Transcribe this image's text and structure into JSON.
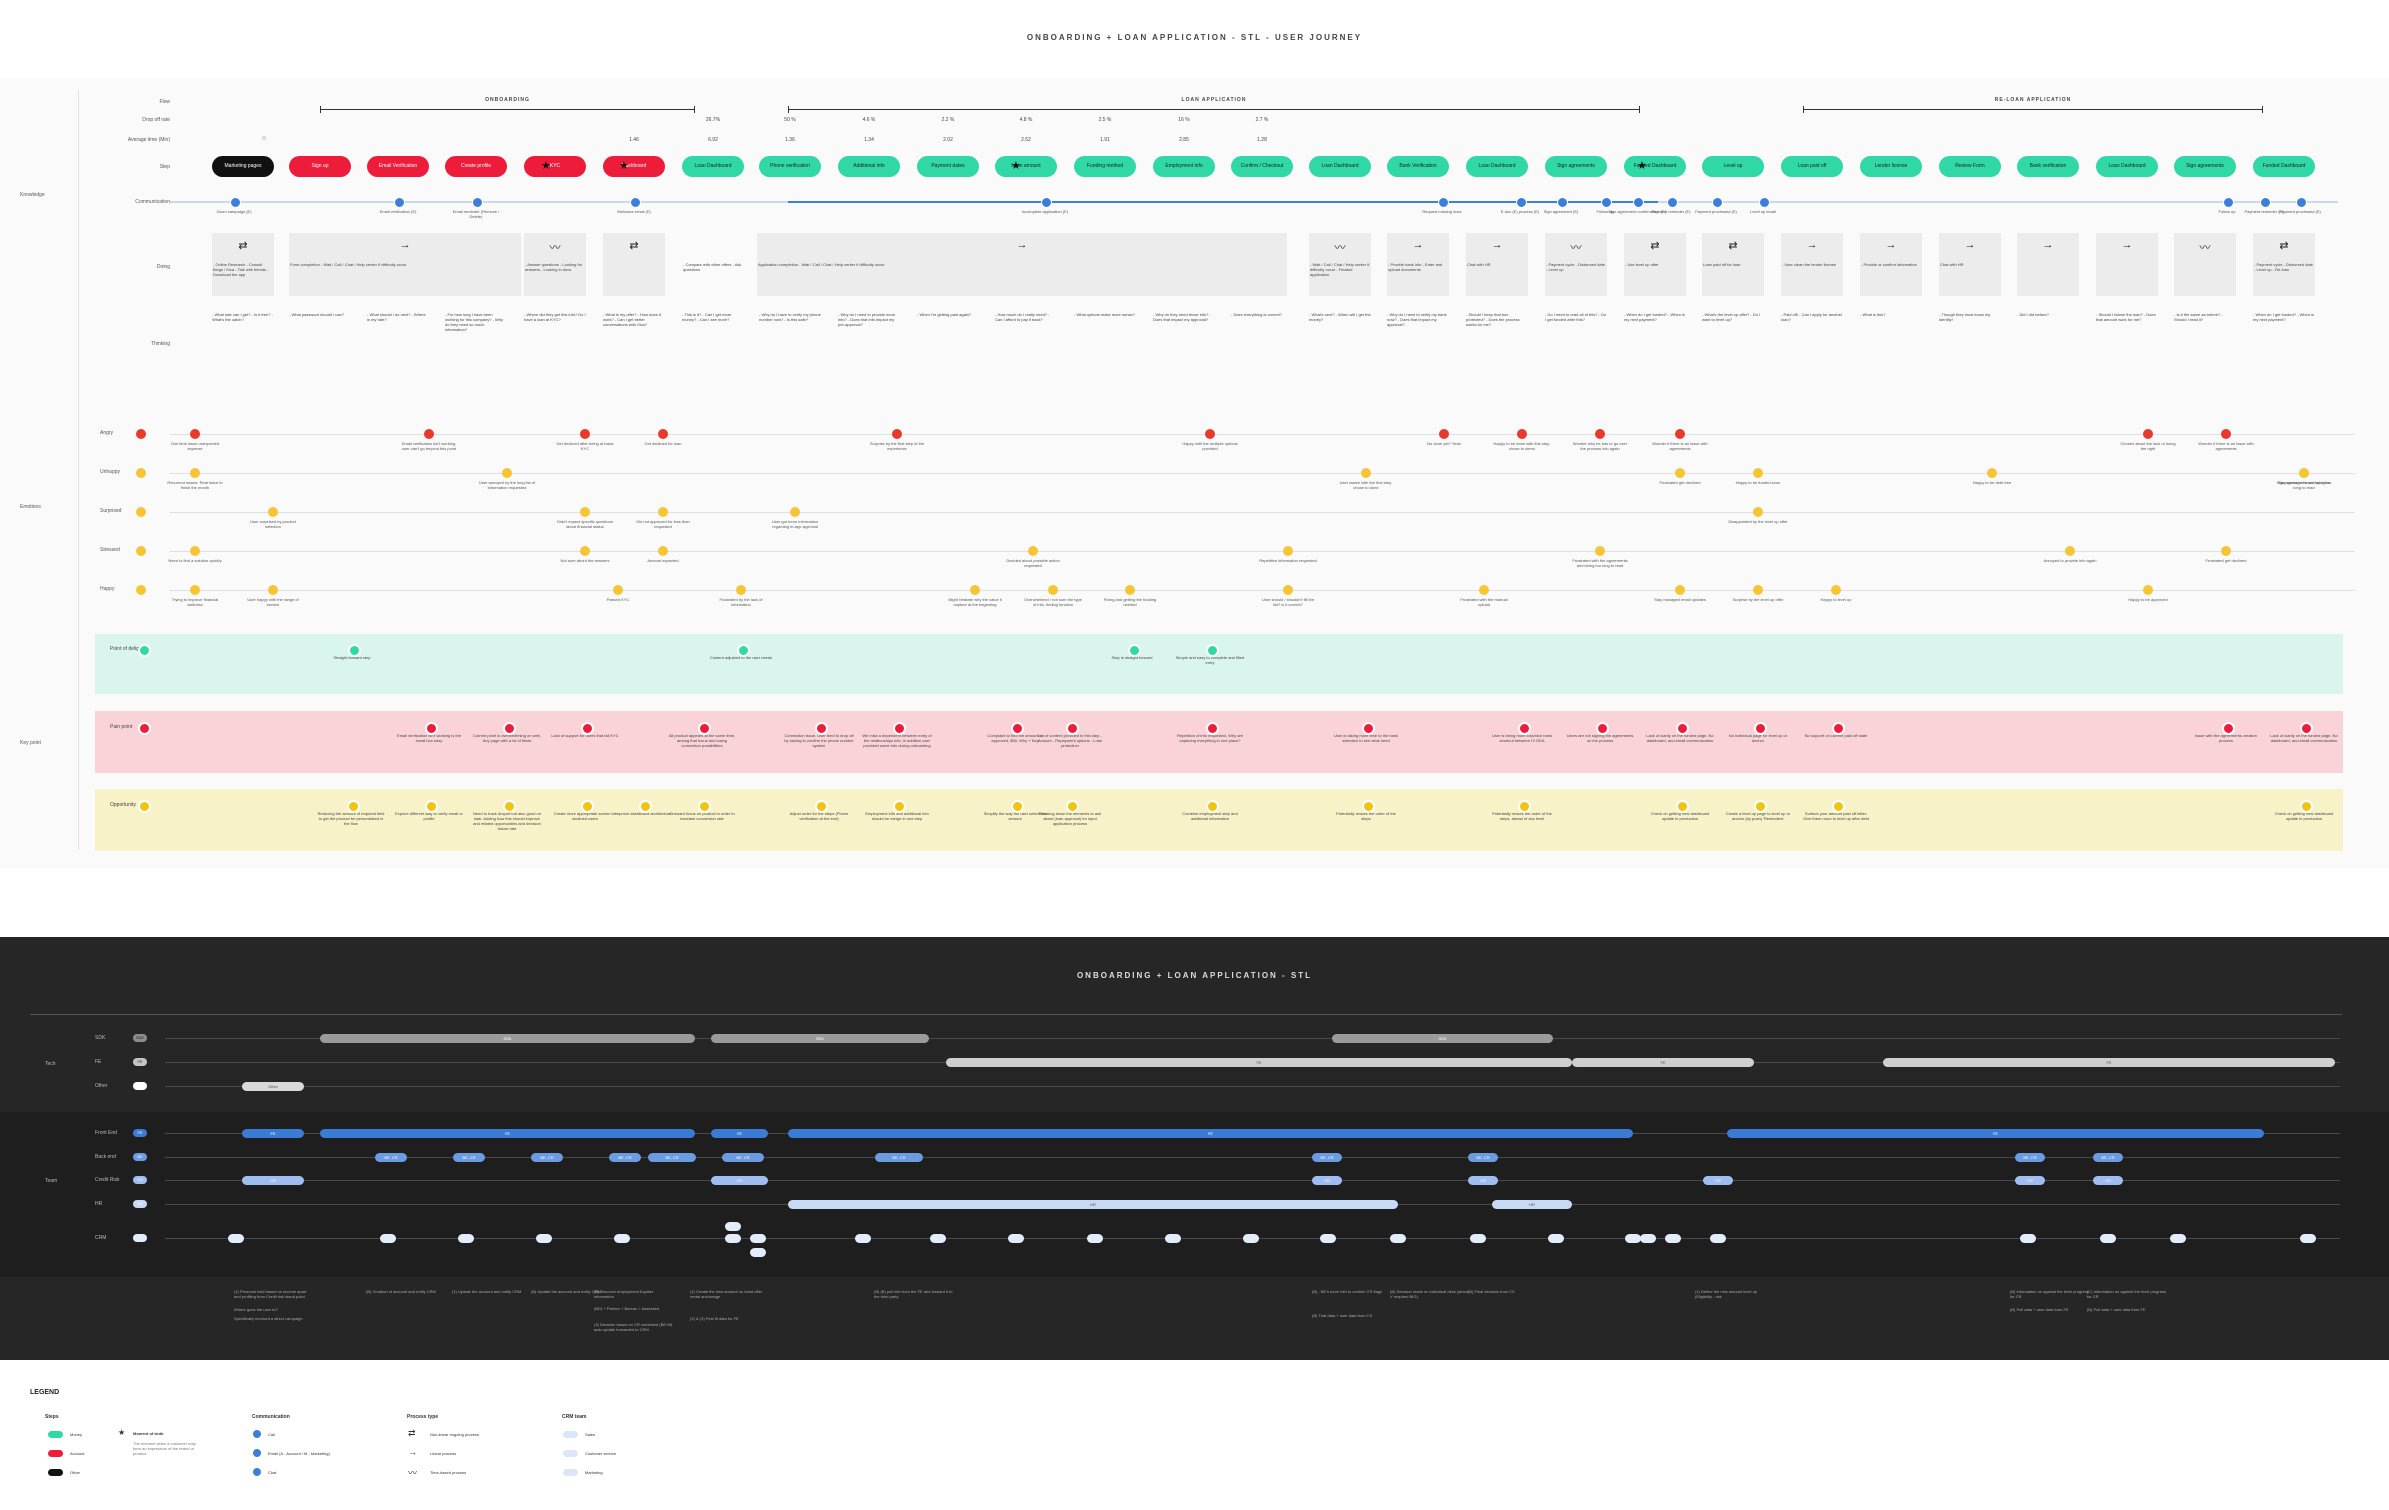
{
  "title": "ONBOARDING + LOAN APPLICATION - STL - USER JOURNEY",
  "labels": {
    "knowledge": "Knowledge",
    "emotions": "Emotions",
    "key_point": "Key point",
    "flow": "Flow",
    "dropoff": "Drop off rate",
    "avg_time": "Average time (Min)",
    "step": "Step",
    "communication": "Communication",
    "doing": "Doing",
    "thinking": "Thinking"
  },
  "phases": [
    "ONBOARDING",
    "LOAN APPLICATION",
    "RE-LOAN APPLICATION"
  ],
  "dropoff": [
    "26.7%",
    "50 %",
    "4.6 %",
    "2.2 %",
    "4.8 %",
    "2.5 %",
    "16 %",
    "2.7 %"
  ],
  "avg_time": [
    "1.46",
    "6.92",
    "1.36",
    "1.34",
    "2.02",
    "2.52",
    "1.91",
    "2.85",
    "1.28"
  ],
  "steps": [
    {
      "label": "Marketing pages",
      "color": "black"
    },
    {
      "label": "Sign up",
      "color": "red"
    },
    {
      "label": "Email Verification",
      "color": "red"
    },
    {
      "label": "Create profile",
      "color": "red"
    },
    {
      "label": "KYC",
      "color": "red"
    },
    {
      "label": "Dashboard",
      "color": "red"
    },
    {
      "label": "Loan Dashboard",
      "color": "green"
    },
    {
      "label": "Phone verification",
      "color": "green"
    },
    {
      "label": "Additional info",
      "color": "green"
    },
    {
      "label": "Payment dates",
      "color": "green"
    },
    {
      "label": "Loan amount",
      "color": "green"
    },
    {
      "label": "Funding method",
      "color": "green"
    },
    {
      "label": "Employment info",
      "color": "green"
    },
    {
      "label": "Confirm / Checkout",
      "color": "green"
    },
    {
      "label": "Loan Dashboard",
      "color": "green"
    },
    {
      "label": "Bank Verification",
      "color": "green"
    },
    {
      "label": "Loan Dashboard",
      "color": "green"
    },
    {
      "label": "Sign agreements",
      "color": "green"
    },
    {
      "label": "Funded Dashboard",
      "color": "green"
    },
    {
      "label": "Level up",
      "color": "green"
    },
    {
      "label": "Loan paid off",
      "color": "green"
    },
    {
      "label": "Lender license",
      "color": "green"
    },
    {
      "label": "Review Form",
      "color": "green"
    },
    {
      "label": "Bank verification",
      "color": "green"
    },
    {
      "label": "Loan Dashboard",
      "color": "green"
    },
    {
      "label": "Sign agreements",
      "color": "green"
    },
    {
      "label": "Funded Dashboard",
      "color": "green"
    }
  ],
  "communication": [
    "Zoom campaign (E)",
    "Email verification (E)",
    "Email reminder (Remove / Delete)",
    "Welcome email (E)",
    "Incomplete application (E)",
    "Request missing docs",
    "E-doc (E) process (E)",
    "Sign agreement (E)",
    "Follow up",
    "Sign agreement confirmation (E)",
    "Payment reminder (E)",
    "Payment processed (E)",
    "Level up email",
    "Follow up",
    "Payment reminder (E)",
    "Payment processed (E)"
  ],
  "doing": [
    "- Online Research - Consult Blogs / Kiva - Talk with friends - Download the app",
    "Form completion - Wait / Call / Chat / Help center if difficulty occur",
    "- Answer questions - Looking for answers - Looking in docs",
    "- Compare with other offers - Ask questions",
    "Application completion - Wait / Call / Chat / Help center if difficulty occur",
    "- Wait / Call / Chat / Help center if difficulty occur - Finalize application",
    "- Provide bank info - Enter and upload documents",
    "Chat with HR",
    "- Payment cycle - Disbursed date - Level up",
    "- Use level up offer",
    "Loan paid off for loan",
    "- User clean the lender license",
    "- Provide or confirm information",
    "Chat with HR",
    "- Payment cycle - Disbursed date - Level up - Re-loan"
  ],
  "thinking": [
    "- What rate can I get? - Is it free? - What's the catch?",
    "- What password should I use?",
    "- What should I do next? - Where is my rate?",
    "- For how long I have been working for this company? - Why do they need so much information?",
    "- Where did they get this info? Do I have a loan at KYC?",
    "- What is my offer? - How does it work? - Can I get better conversations with Viva?",
    "- This is it? - Can I get more money? - Can I see more?",
    "- Why do I have to verify my phone number now? - Is this safe?",
    "- Why do I need to provide more info? - Does that info impact my pre-approval?",
    "- When I'm getting paid again?",
    "- How much do I really need? - Can I afford to pay it back?",
    "- What options make more sense?",
    "- Why do they need those info? - Does that impact my approval?",
    "- Does everything is correct?",
    "- What's next? - When will I get the money?",
    "- Why do I need to verify my bank now? - Does that impact my approval?",
    "- Should I keep that box protected? - Does the process works for me?",
    "- Do I need to read all of this? - Do I get funded after this?",
    "- When do I get funded? - When is my next payment?",
    "- What's the level up offer? - Do I want to level up?",
    "- Paid off! - Can I apply for another loan?",
    "- What is this?",
    "- Though they most know my identity!",
    "- Did I did before?",
    "- Should I blame the loan? - Does that amount work for me?",
    "- Is it the same as before? - Should I read it?",
    "- When do I get funded? - When is my next payment?"
  ],
  "emotions": {
    "levels": [
      "Angry",
      "Unhappy",
      "Surprised",
      "Stressed",
      "Happy"
    ],
    "notes": [
      "One time issue unexpected expense",
      "Recurrent issues: Real twice to finish the month",
      "Need to find a solution quickly",
      "Trying to improve financial wellness",
      "User surprised by product selection",
      "User happy with the range of service",
      "Email verification isn't working, user can't go beyond this point",
      "User annoyed by the long list of information requested",
      "Get declined after being at basic KYC",
      "Didn't expect specific questions about financial status",
      "Not sure about the answers",
      "Passed KYC",
      "Got declined for loan",
      "Did not approved for less than requested",
      "Amount expected",
      "Frustrated by the lack of information",
      "User got more information regarding in-app approval",
      "Surprise by the first step of the experience",
      "Might hesitate why the value it capture at the beginning",
      "Decided about possible action requested",
      "Overwhelmed / not sure the type of info, finding function",
      "Fixing and getting the funding needed",
      "Happy with the multiple options provided",
      "Repetitive information requested",
      "User should / shouldn't fill the list? is it correct?",
      "User aware with the first step, chose to done",
      "No done yet? Yeah",
      "Frustrated with the manual upload",
      "Happy to be done with this step, chose to demo",
      "Wonder why he has to go over the process info again",
      "Frustrated with the agreements and being too long to read",
      "Wonder if there is an issue with agreements",
      "Frustrated get declined",
      "Stay managed email updates",
      "Happy to be funded soon",
      "Disappointed by the level up offer",
      "Surprise by the level up offer",
      "Happy to level up",
      "Happy to be debt free",
      "Annoyed to provide info again",
      "Chosen about the lack of doing the right",
      "Happy to be approved",
      "Frustrated get declined",
      "Wonder if there is an issue with agreements",
      "Sign agreements are being too long to read",
      "Stay managed email updates"
    ]
  },
  "key_points": {
    "labels": [
      "Point of delight",
      "Pain point",
      "Opportunity"
    ],
    "delight": [
      "Straight-forward step",
      "Content adjusted to the user needs",
      "Step is straight forward",
      "Simple and easy to complete and filled entry"
    ],
    "pain": [
      "Email verification isn't working is the email box easy",
      "Current point is overwhelming on web, Any page with a lot of fields",
      "Lack of support for users that fail KYC",
      "All product appears at the same time, among that focus and losing connection possibilities",
      "Connection issue, User tend to drop off by having to confirm the phone number system",
      "We miss a dependent between entry of the relationships info, in addition user provided some info during onboarding",
      "Complaint to find the amount is approved, $50, Why + Key",
      "Lot of content provided in this step - Amount - Repayment options - Loan protection",
      "Repetition of info requested, Why are capturing everything in one place?",
      "User is taking more time to the bank selection to see what need",
      "User is being more loss/nice bank shortcut between I'll GDA",
      "Users are not signing the agreements on the process",
      "Lack of clarity on the funded page, No dashboard, and email communication",
      "No individual page for level up or anchor",
      "No support on current paid off state",
      "Issue with the agreements creation process",
      "Lack of clarity on the funded page, No dashboard, and email communication"
    ],
    "opportunity": [
      "Reducing the amount of required field to get the product be personalized in the flow",
      "Explore different way to verify email or profile",
      "Need to track dropoff but also good on task. Adding how this should improve and related opportunities and decision failure rate",
      "Create more appropriate screen for declined users",
      "Improve dashboard architecture",
      "Onboard focus on product in order to increase conversion rate",
      "Adjust order for the steps (Phone verification at the end)",
      "Employment info and additional info should be merge in one step",
      "Simplify the way the user select the amount",
      "Breaking down the elements to ask about (loan approval) for input application process",
      "Combine employment step and additional information",
      "Potentially rework the order of the steps",
      "Potentially rework the order of the steps, ahead of doc level",
      "Check on getting new dashboard update in production",
      "Create a level up page to level up or anchor (by push) 'Reminders'",
      "Surface your amount paid off letter. Give them room to level up after debt",
      "Check on getting new dashboard update in production"
    ]
  },
  "dark": {
    "title": "ONBOARDING + LOAN APPLICATION - STL",
    "groups": [
      "Tech",
      "Team"
    ],
    "tech_rows": [
      {
        "label": "SDK",
        "badge": "SDK",
        "color": "#8c8c8c"
      },
      {
        "label": "FE",
        "badge": "FE",
        "color": "#c4c4c4"
      },
      {
        "label": "Other",
        "badge": "",
        "color": "#ffffff"
      }
    ],
    "team_rows": [
      {
        "label": "Front End",
        "badge": "FE",
        "color": "#3a7bd5"
      },
      {
        "label": "Back end",
        "badge": "BE",
        "color": "#6b9be0"
      },
      {
        "label": "Credit Risk",
        "badge": "CR",
        "color": "#9fbdf0"
      },
      {
        "label": "HR",
        "badge": "HR",
        "color": "#c8d9f6"
      },
      {
        "label": "CRM",
        "badge": "",
        "color": "#e3ecfb"
      }
    ],
    "bar_labels": {
      "sdk": "SDK",
      "fe": "FE",
      "other": "Other",
      "be": "BE, CR",
      "cr": "CR",
      "hr": "HR"
    },
    "notes": [
      "(1) Personal hold based on income apart and profiling from Credit risk stand point",
      "Where goes the user to?",
      "Specifically involved a direct campaign",
      "(B) Creation of account and notify CRM",
      "(1) Update the account and notify CRM",
      "(B) Update the account and notify CRM",
      "(B) Discover employment Equifax information",
      "(BD) + Partner + Bureau + Assessed",
      "(3) Decision based on CR combined (BE+B) auto update forwarded to CRM",
      "(1) Create the new amount on hand offer rental anchorage",
      "(2) & (3) First fit data for FE",
      "(B) (B) pull info from the FE and forward it to the third party",
      "(B) - BE's more info to confirm CR flags",
      "(B) That data + user data from CS",
      "(B) Decision made on individual desk (above V required BIG)",
      "(B) Final decision from CS",
      "(1) Define the new amount level up (Eligibility - risk",
      "(B) Information on against the level progress for CR",
      "(B) Pull data + user data from FE",
      "(C) Information on against the level progress for CR",
      "(B) Pull data + user data from FE"
    ]
  },
  "legend": {
    "title": "LEGEND",
    "steps_header": "Steps",
    "steps": [
      "Money",
      "Account",
      "Other"
    ],
    "moment_title": "Moment of truth",
    "moment_desc": "The moment when a customer may form an impression of the brand or product",
    "comm_header": "Communication",
    "comm": [
      "Call",
      "Email (A - Account / M - Marketing)",
      "Chat"
    ],
    "process_header": "Process type",
    "process": [
      "Non-linear ongoing process",
      "Linear process",
      "Time-based process"
    ],
    "crm_header": "CRM team",
    "crm": [
      "Sales",
      "Customer service",
      "Marketing"
    ]
  },
  "colors": {
    "green": "#2fd8a4",
    "red": "#ec1c3a",
    "black": "#111111",
    "delight_bg": "#daf5ee",
    "pain_bg": "#fad3d9",
    "opportunity_bg": "#f7f2c7",
    "comm_blue": "#3b7fd9"
  }
}
